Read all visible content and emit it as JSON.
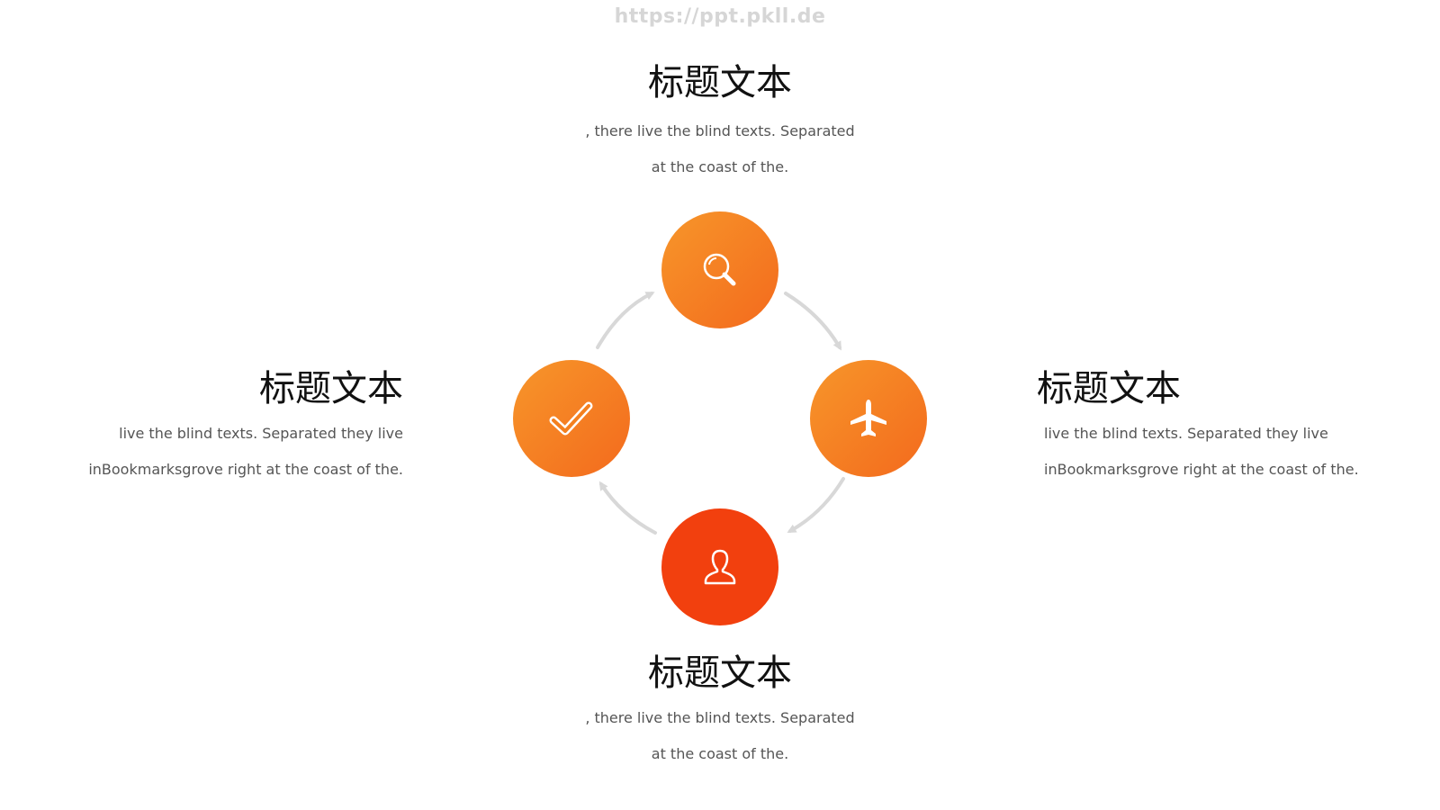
{
  "watermark": "https://ppt.pkll.de",
  "colors": {
    "orange_light": "#f7962a",
    "orange_mid": "#f36a1d",
    "red_orange": "#f2400e",
    "arrow_gray": "#d8d8d8",
    "title_text": "#111111",
    "body_text": "#555555"
  },
  "nodes": {
    "top": {
      "icon": "search-icon",
      "title": "标题文本",
      "lines": [
        ", there live the blind texts. Separated",
        "at the coast of the."
      ]
    },
    "right": {
      "icon": "airplane-icon",
      "title": "标题文本",
      "lines": [
        "live the blind texts. Separated they live",
        "inBookmarksgrove right at the coast of the."
      ]
    },
    "bottom": {
      "icon": "user-icon",
      "title": "标题文本",
      "lines": [
        ", there live the blind texts. Separated",
        "at the coast of the."
      ]
    },
    "left": {
      "icon": "checkmark-icon",
      "title": "标题文本",
      "lines": [
        "live the blind texts. Separated they live",
        "inBookmarksgrove right at the coast of the."
      ]
    }
  }
}
